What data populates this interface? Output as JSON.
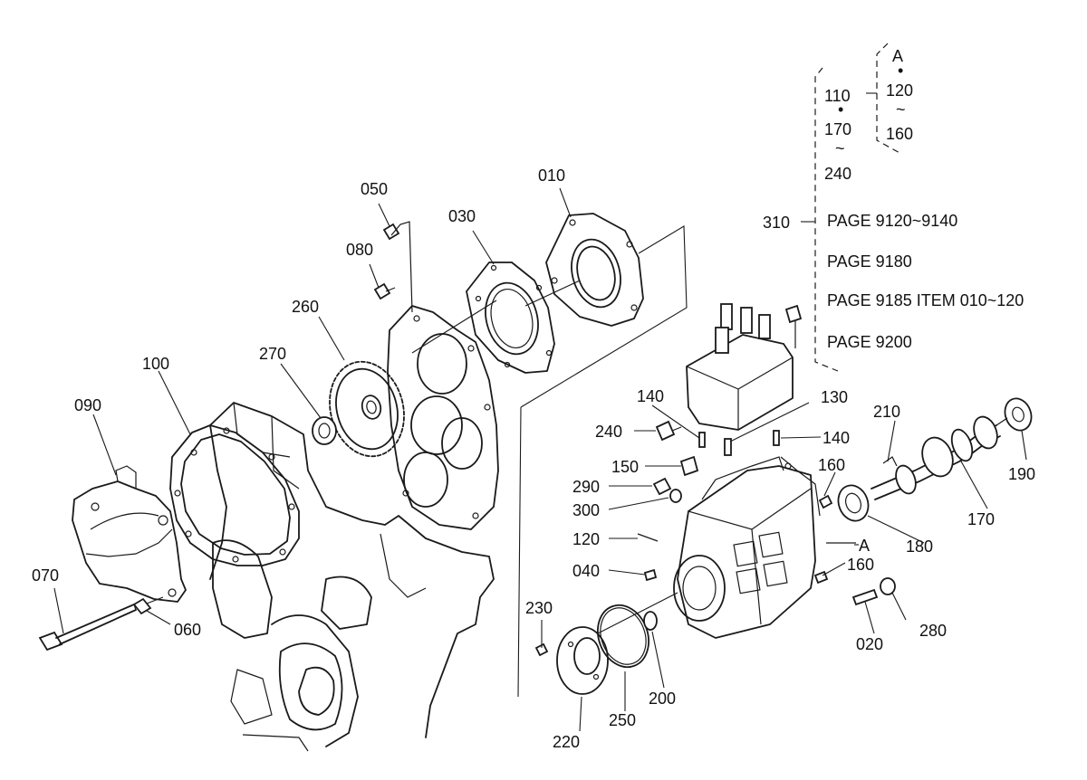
{
  "labels": {
    "p010": "010",
    "p020": "020",
    "p030": "030",
    "p040": "040",
    "p050": "050",
    "p060": "060",
    "p070": "070",
    "p080": "080",
    "p090": "090",
    "p100": "100",
    "p120": "120",
    "p130": "130",
    "p140a": "140",
    "p140b": "140",
    "p150": "150",
    "p160a": "160",
    "p160b": "160",
    "p170": "170",
    "p180": "180",
    "p190": "190",
    "p200": "200",
    "p210": "210",
    "p220": "220",
    "p230": "230",
    "p240": "240",
    "p250": "250",
    "p260": "260",
    "p270": "270",
    "p280": "280",
    "p290": "290",
    "p300": "300",
    "p310": "310",
    "pA": "A"
  },
  "group_bracket": {
    "inner": [
      "A",
      "•",
      "120",
      "~",
      "160"
    ],
    "outer": [
      "110",
      "•",
      "170",
      "~",
      "240"
    ]
  },
  "page_refs": [
    "PAGE 9120~9140",
    "PAGE 9180",
    "PAGE 9185 ITEM 010~120",
    "PAGE 9200"
  ]
}
